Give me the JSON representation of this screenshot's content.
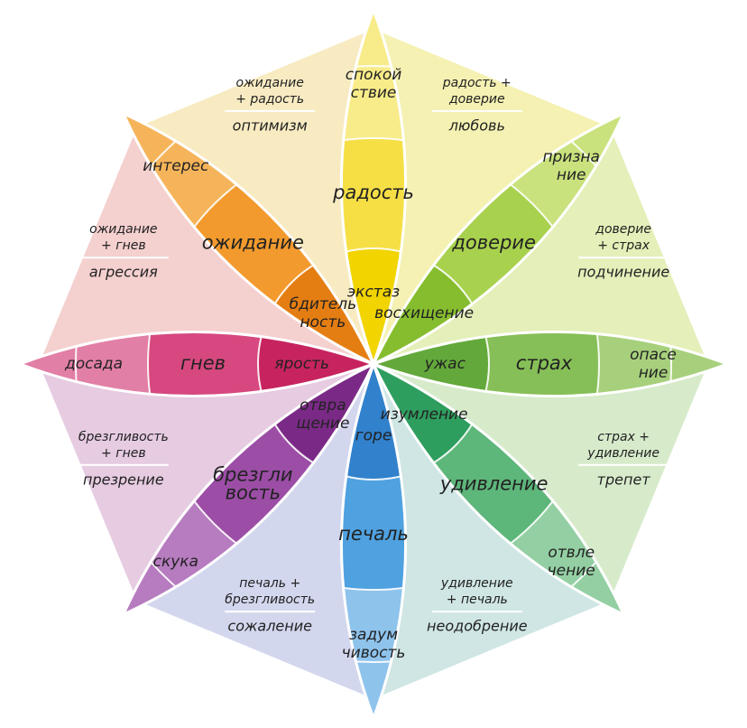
{
  "petals": [
    {
      "id": "joy",
      "color": "#F5D81C",
      "labels": [
        [
          "спокой",
          "ствие"
        ],
        [
          "радость"
        ],
        [
          "экстаз"
        ]
      ],
      "colors": [
        "#F8EC8A",
        "#F6DF45",
        "#F1D400"
      ]
    },
    {
      "id": "trust",
      "color": "#8DC63F",
      "labels": [
        [
          "призна",
          "ние"
        ],
        [
          "доверие"
        ],
        [
          "восхищение"
        ]
      ],
      "colors": [
        "#C9E27D",
        "#A8D14E",
        "#86BD2E"
      ]
    },
    {
      "id": "fear",
      "color": "#5DAA3E",
      "labels": [
        [
          "опасе",
          "ние"
        ],
        [
          "страх"
        ],
        [
          "ужас"
        ]
      ],
      "colors": [
        "#A7D07C",
        "#86BF57",
        "#63A83B"
      ]
    },
    {
      "id": "surprise",
      "color": "#3BA36A",
      "labels": [
        [
          "отвле",
          "чение"
        ],
        [
          "удивление"
        ],
        [
          "изумление"
        ]
      ],
      "colors": [
        "#93CFA2",
        "#5DB67A",
        "#2E9E5E"
      ]
    },
    {
      "id": "sadness",
      "color": "#3A8FD3",
      "labels": [
        [
          "задум",
          "чивость"
        ],
        [
          "печаль"
        ],
        [
          "горе"
        ]
      ],
      "colors": [
        "#8EC3EC",
        "#4FA1E0",
        "#3181CC"
      ]
    },
    {
      "id": "disgust",
      "color": "#8C3B97",
      "labels": [
        [
          "скука"
        ],
        [
          "брезгли",
          "вость"
        ],
        [
          "отвра",
          "щение"
        ]
      ],
      "colors": [
        "#B77CC0",
        "#9C4DA6",
        "#7A2A86"
      ]
    },
    {
      "id": "anger",
      "color": "#D0306E",
      "labels": [
        [
          "досада"
        ],
        [
          "гнев"
        ],
        [
          "ярость"
        ]
      ],
      "colors": [
        "#E27FA6",
        "#D6487F",
        "#C7245F"
      ]
    },
    {
      "id": "anticipation",
      "color": "#F08A1C",
      "labels": [
        [
          "интерес"
        ],
        [
          "ожидание"
        ],
        [
          "бдитель",
          "ность"
        ]
      ],
      "colors": [
        "#F6B45A",
        "#F29A2D",
        "#E57E12"
      ]
    }
  ],
  "dyads": [
    {
      "combo": [
        "радость +",
        "доверие"
      ],
      "name": "любовь",
      "color": "#F4F1B3"
    },
    {
      "combo": [
        "доверие",
        "+ страх"
      ],
      "name": "подчинение",
      "color": "#E4EFB9"
    },
    {
      "combo": [
        "страх +",
        "удивление"
      ],
      "name": "трепет",
      "color": "#D7EBCB"
    },
    {
      "combo": [
        "удивление",
        "+ печаль"
      ],
      "name": "неодобрение",
      "color": "#CFE6E4"
    },
    {
      "combo": [
        "печаль +",
        "брезгливость"
      ],
      "name": "сожаление",
      "color": "#D3D7EE"
    },
    {
      "combo": [
        "брезгливость",
        "+ гнев"
      ],
      "name": "презрение",
      "color": "#E6CBE1"
    },
    {
      "combo": [
        "ожидание",
        "+ гнев"
      ],
      "name": "агрессия",
      "color": "#F4D0CF"
    },
    {
      "combo": [
        "ожидание",
        "+ радость"
      ],
      "name": "оптимизм",
      "color": "#F8EBC2"
    }
  ]
}
